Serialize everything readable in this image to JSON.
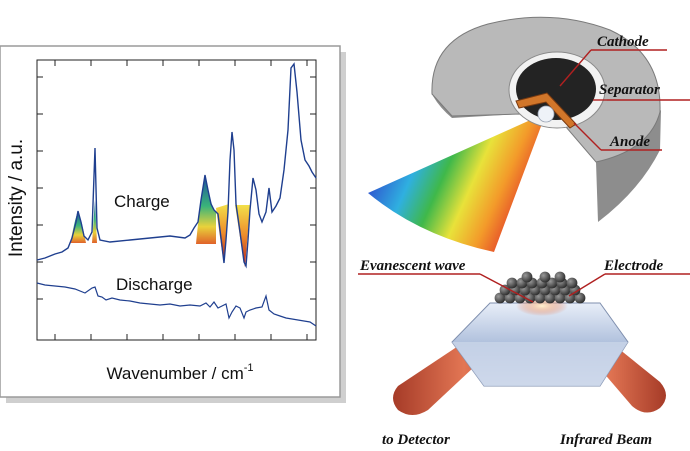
{
  "spectrum_panel": {
    "ylabel": "Intensity / a.u.",
    "xlabel_text": "Wavenumber / cm",
    "xlabel_sup": "-1",
    "series": [
      {
        "label": "Charge"
      },
      {
        "label": "Discharge"
      }
    ]
  },
  "cell_panel": {
    "labels": {
      "cathode": "Cathode",
      "separator": "Separator",
      "anode": "Anode"
    }
  },
  "atr_panel": {
    "labels": {
      "evanescent": "Evanescent wave",
      "electrode": "Electrode",
      "detector": "to Detector",
      "infrared": "Infrared Beam"
    }
  },
  "colors": {
    "spectrum_line": "#1f3f8f",
    "label_line": "#b02020",
    "panel_border": "#8c8c8c",
    "cell_body": "#b9b9b9",
    "beam": "#c8452a"
  }
}
